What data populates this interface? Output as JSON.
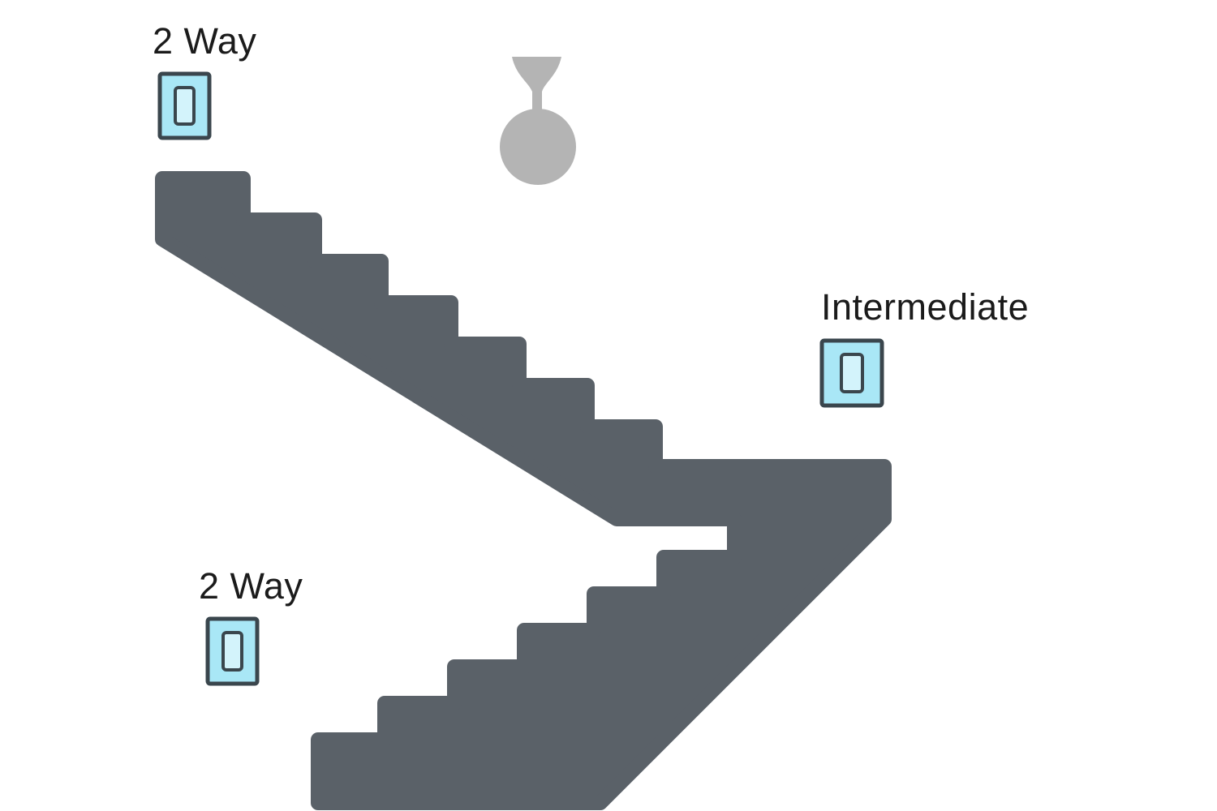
{
  "colors": {
    "background": "#ffffff",
    "stair": "#5a6168",
    "switch_border": "#3a464d",
    "switch_fill": "#a9e7f6",
    "switch_rocker_fill": "#d3f3fb",
    "lamp": "#b4b4b4",
    "text": "#1b1b1b"
  },
  "labels": {
    "upstairs_switch": "2 Way",
    "downstairs_switch": "2 Way",
    "intermediate_switch": "Intermediate"
  }
}
